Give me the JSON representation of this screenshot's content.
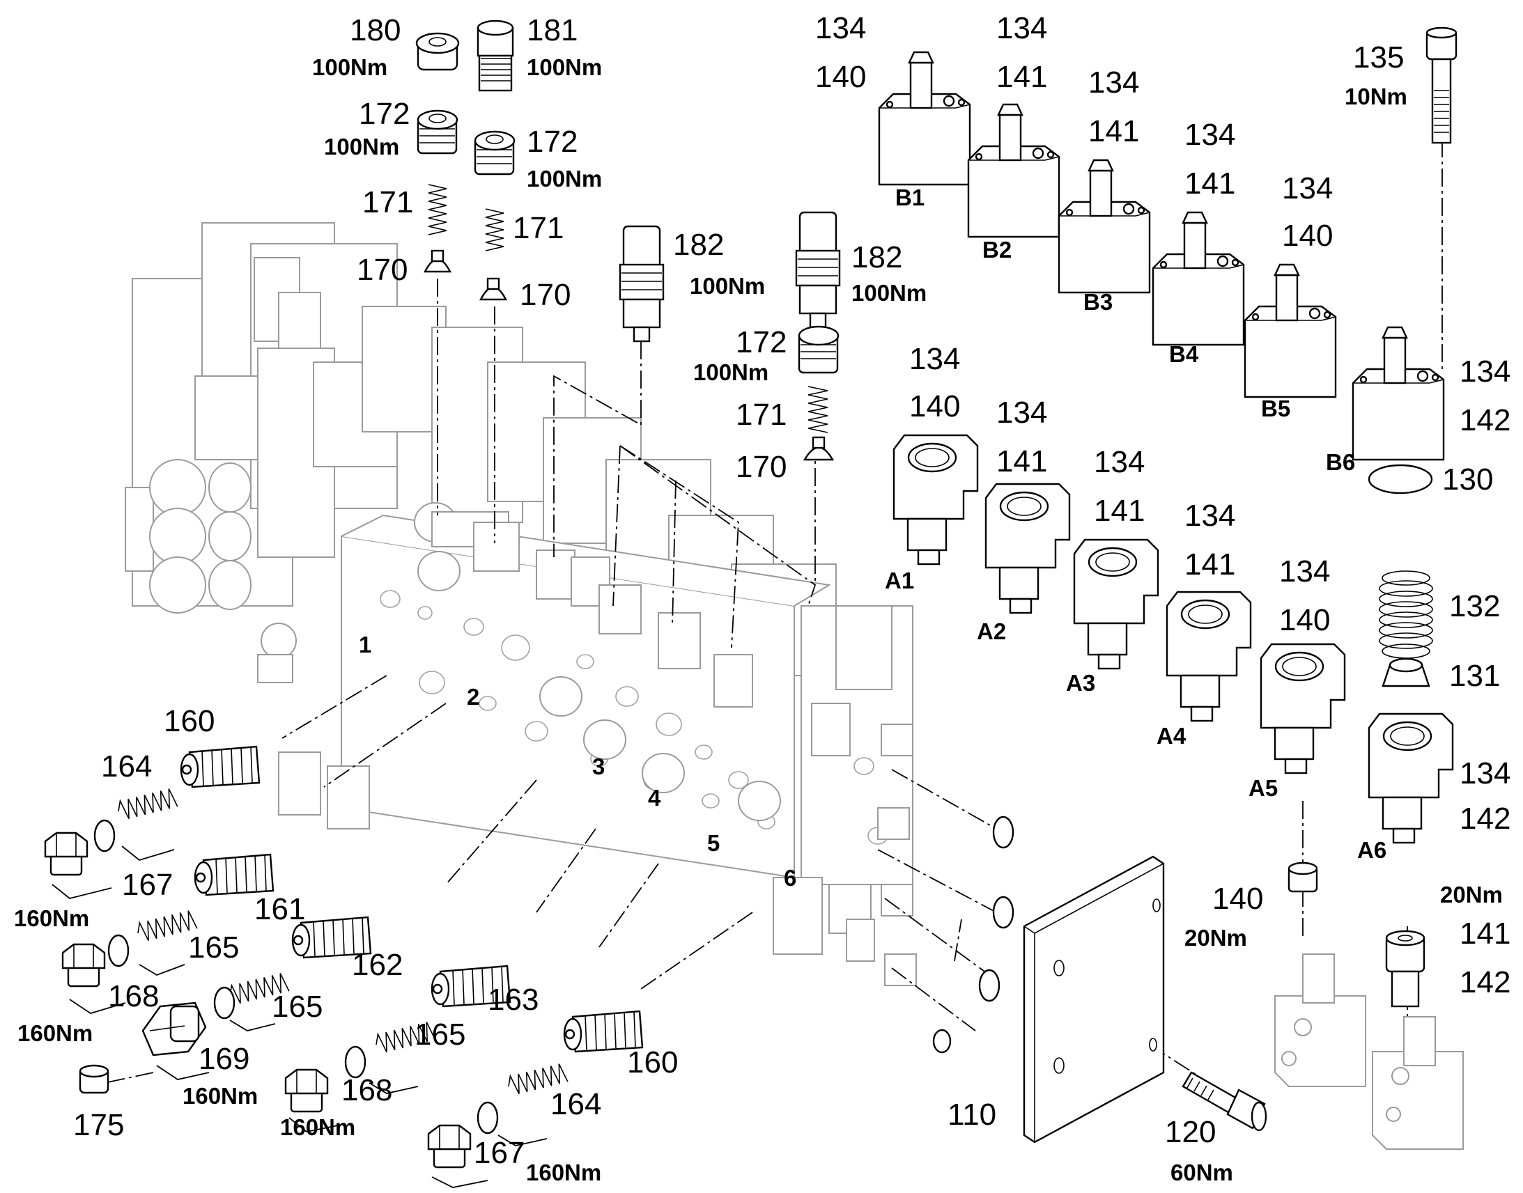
{
  "callouts": {
    "c180": "180",
    "c181": "181",
    "c172a": "172",
    "c172b": "172",
    "c172c": "172",
    "c171a": "171",
    "c171b": "171",
    "c171c": "171",
    "c170a": "170",
    "c170b": "170",
    "c170c": "170",
    "c182a": "182",
    "c182b": "182",
    "c134_b1": "134",
    "c140_b1": "140",
    "c134_b2": "134",
    "c141_b2": "141",
    "c134_b3": "134",
    "c141_b3": "141",
    "c134_b4": "134",
    "c141_b4": "141",
    "c134_b5": "134",
    "c140_b5": "140",
    "c134_b6": "134",
    "c142_b6": "142",
    "c135": "135",
    "c130": "130",
    "c134_a1": "134",
    "c140_a1": "140",
    "c134_a2": "134",
    "c141_a2": "141",
    "c134_a3": "134",
    "c141_a3": "141",
    "c134_a4": "134",
    "c141_a4": "141",
    "c134_a5": "134",
    "c140_a5": "140",
    "c134_a6": "134",
    "c142_a6": "142",
    "c132": "132",
    "c131": "131",
    "c140_r": "140",
    "c141_r": "141",
    "c142_r": "142",
    "c160a": "160",
    "c160b": "160",
    "c161": "161",
    "c162": "162",
    "c163": "163",
    "c164a": "164",
    "c164b": "164",
    "c165a": "165",
    "c165b": "165",
    "c165c": "165",
    "c167a": "167",
    "c167b": "167",
    "c168a": "168",
    "c168b": "168",
    "c169": "169",
    "c175": "175",
    "c110": "110",
    "c120": "120"
  },
  "torques": {
    "t180": "100Nm",
    "t181": "100Nm",
    "t172a": "100Nm",
    "t172b": "100Nm",
    "t172c": "100Nm",
    "t182a": "100Nm",
    "t182b": "100Nm",
    "t135": "10Nm",
    "t160a": "160Nm",
    "t160b": "160Nm",
    "t160c": "160Nm",
    "t160d": "160Nm",
    "t160e": "160Nm",
    "t120": "60Nm",
    "t20a": "20Nm",
    "t20b": "20Nm"
  },
  "tags": {
    "b1": "B1",
    "b2": "B2",
    "b3": "B3",
    "b4": "B4",
    "b5": "B5",
    "b6": "B6",
    "a1": "A1",
    "a2": "A2",
    "a3": "A3",
    "a4": "A4",
    "a5": "A5",
    "a6": "A6",
    "s1": "1",
    "s2": "2",
    "s3": "3",
    "s4": "4",
    "s5": "5",
    "s6": "6"
  }
}
